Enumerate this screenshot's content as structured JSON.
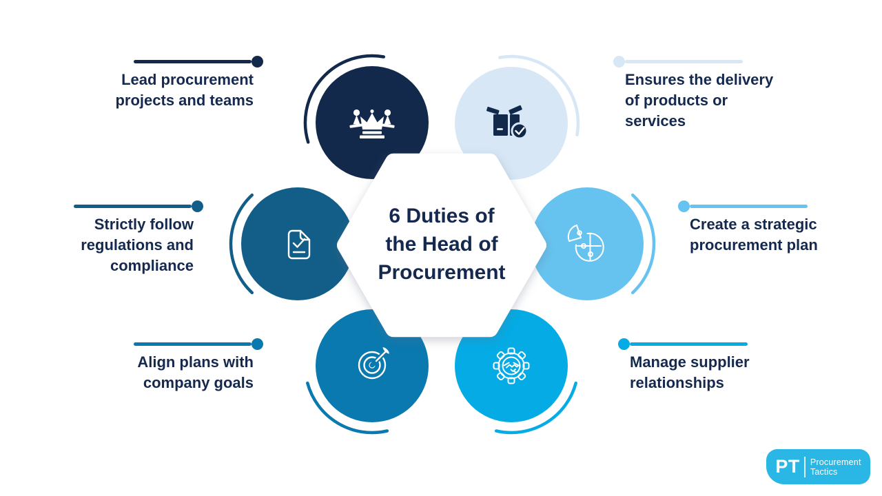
{
  "title": {
    "text": "6 Duties of the Head of Procurement",
    "lines": [
      "6 Duties of",
      "the Head of",
      "Procurement"
    ]
  },
  "duties": [
    {
      "label": "Lead procurement projects and teams",
      "lines": [
        "Lead procurement",
        "projects and teams"
      ],
      "icon": "chess-leadership-icon",
      "color": "#13294B",
      "position": "top-left"
    },
    {
      "label": "Ensures the delivery of products or services",
      "lines": [
        "Ensures the delivery",
        "of products or",
        "services"
      ],
      "icon": "delivery-box-check-icon",
      "color": "#D7E7F5",
      "position": "top-right"
    },
    {
      "label": "Strictly follow regulations and compliance",
      "lines": [
        "Strictly follow",
        "regulations and",
        "compliance"
      ],
      "icon": "document-check-icon",
      "color": "#125E88",
      "position": "middle-left"
    },
    {
      "label": "Create a strategic procurement plan",
      "lines": [
        "Create a strategic",
        "procurement plan"
      ],
      "icon": "puzzle-globe-icon",
      "color": "#66C3EF",
      "position": "middle-right"
    },
    {
      "label": "Align plans with company goals",
      "lines": [
        "Align plans with",
        "company goals"
      ],
      "icon": "target-dart-icon",
      "color": "#0979AF",
      "position": "bottom-left"
    },
    {
      "label": "Manage supplier relationships",
      "lines": [
        "Manage supplier",
        "relationships"
      ],
      "icon": "gear-handshake-icon",
      "color": "#04ABE5",
      "position": "bottom-right"
    }
  ],
  "logo": {
    "abbr": "PT",
    "name_lines": [
      "Procurement",
      "Tactics"
    ],
    "bg_color": "#2BB7E5"
  },
  "colors": {
    "navy": "#13294B",
    "light_blue": "#D7E7F5",
    "steel_blue": "#125E88",
    "sky_blue": "#66C3EF",
    "ocean_blue": "#0979AF",
    "cyan": "#04ABE5",
    "text_navy": "#15294E",
    "logo_cyan": "#2BB7E5",
    "background": "#FFFFFF"
  }
}
